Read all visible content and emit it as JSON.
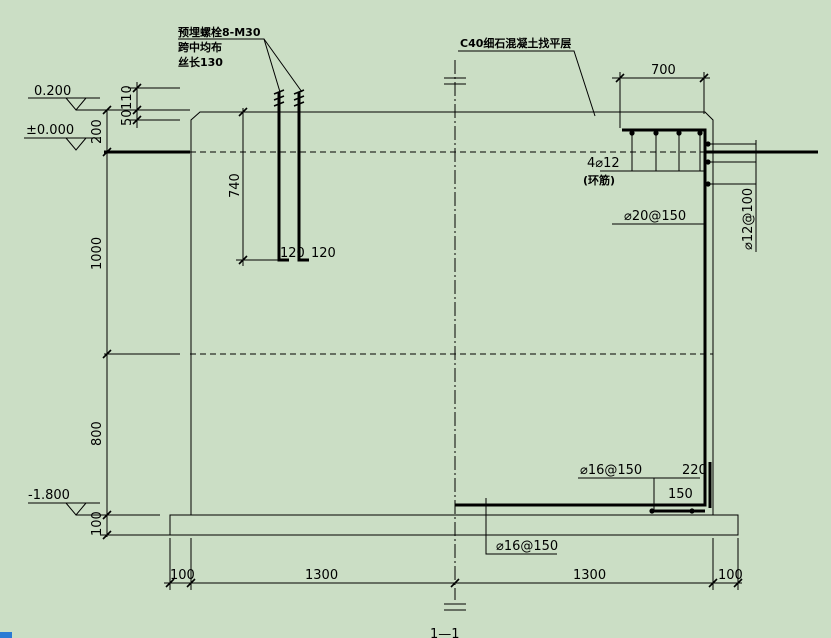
{
  "drawing": {
    "bolt_note": [
      "预埋螺栓8-M30",
      "跨中均布",
      "丝长130"
    ],
    "leveling_note": "C40细石混凝土找平层",
    "elevations": {
      "top": "0.200",
      "zero": "±0.000",
      "bottom": "-1.800"
    },
    "left_dims": [
      "110",
      "50",
      "200",
      "1000",
      "800",
      "100"
    ],
    "bolt_dims": {
      "embed": "740",
      "hook_left": "120",
      "hook_right": "120"
    },
    "top_dim": "700",
    "rebar": {
      "ring_bars": "4⌀12",
      "ring_bars_note": "(环筋)",
      "wall_main": "⌀20@150",
      "wall_side": "⌀12@100",
      "bottom_top": "⌀16@150",
      "bottom_bottom": "⌀16@150",
      "corner_dim_a": "220",
      "corner_dim_b": "150"
    },
    "bottom_dims": [
      "100",
      "1300",
      "1300",
      "100"
    ],
    "section_label": "1—1"
  }
}
